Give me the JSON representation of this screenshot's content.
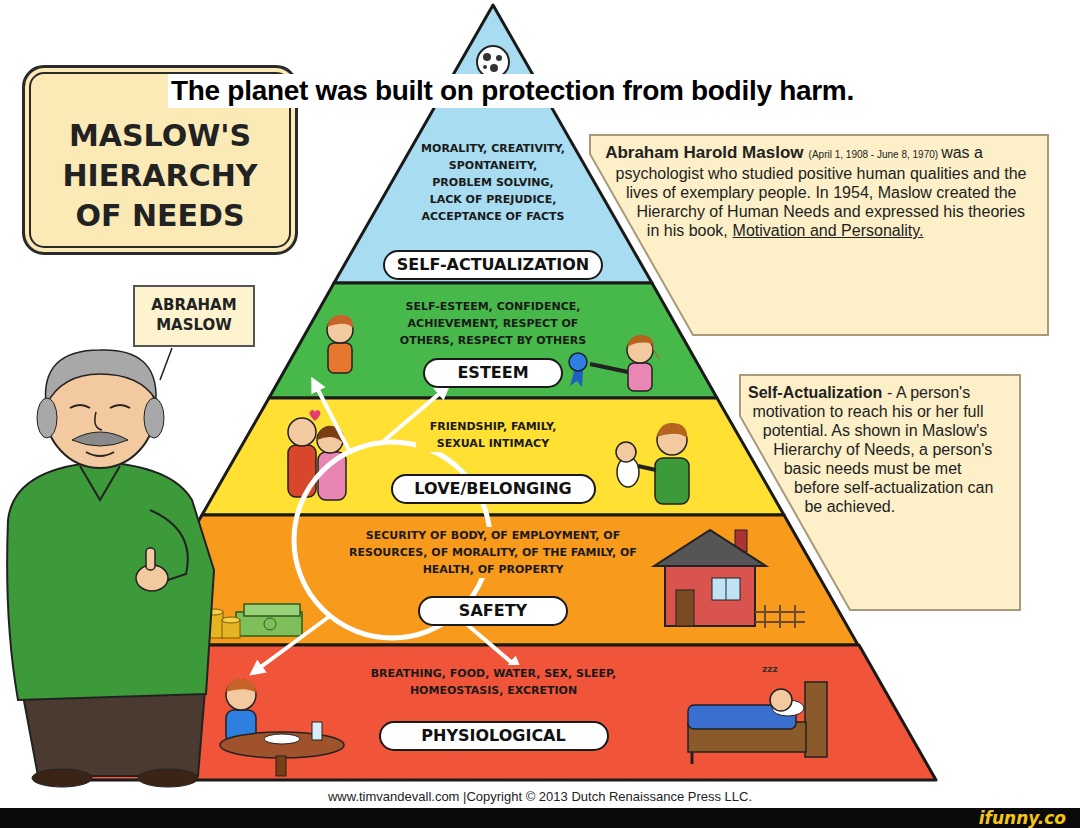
{
  "diagram": {
    "title": "MASLOW'S HIERARCHY OF NEEDS",
    "nodes": [
      {
        "text": [
          "MASLOW'S HIERARCHY OF NEEDS"
        ]
      },
      {
        "text": [
          "MORALITY, CREATIVITY, SPONTANEITY, PROBLEM SOLVING, LACK OF PREJUDICE, ACCEPTANCE OF FACTS",
          "SELF-ACTUALIZATION"
        ]
      },
      {
        "text": [
          "Abraham Harold Maslow",
          "(April 1, 1908 - June 8, 1970)",
          "was a psychologist who studied positive human qualities and the lives of exemplary people. In 1954, Maslow created the Hierarchy of Human Needs and expressed his theories in his book,",
          "Motivation and Personality."
        ]
      },
      {
        "text": [
          "ABRAHAM MASLOW"
        ]
      },
      {
        "text": [
          "SELF-ESTEEM, CONFIDENCE, ACHIEVEMENT, RESPECT OF OTHERS, RESPECT BY OTHERS",
          "ESTEEM"
        ]
      },
      {
        "text": [
          "Self-Actualization",
          "- A person's motivation to reach his or her full potential. As shown in Maslow's Hierarchy of Needs, a person's basic needs must be met before self-actualization can be achieved."
        ]
      },
      {
        "text": [
          "FRIENDSHIP, FAMILY, SEXUAL INTIMACY",
          "LOVE/BELONGING"
        ]
      },
      {
        "text": [
          "SECURITY OF BODY, OF EMPLOYMENT, OF RESOURCES, OF MORALITY, OF THE FAMILY, OF HEALTH, OF PROPERTY",
          "SAFETY"
        ]
      },
      {
        "text": [
          "BREATHING, FOOD, WATER, SEX, SLEEP, HOMEOSTASIS, EXCRETION",
          "PHYSIOLOGICAL"
        ]
      }
    ],
    "labels": [
      "The planet was built on protection from bodily harm.",
      "www.timvandevall.com |Copyright © 2013 Dutch Renaissance Press LLC.",
      "ifunny.co",
      "zzz"
    ]
  }
}
